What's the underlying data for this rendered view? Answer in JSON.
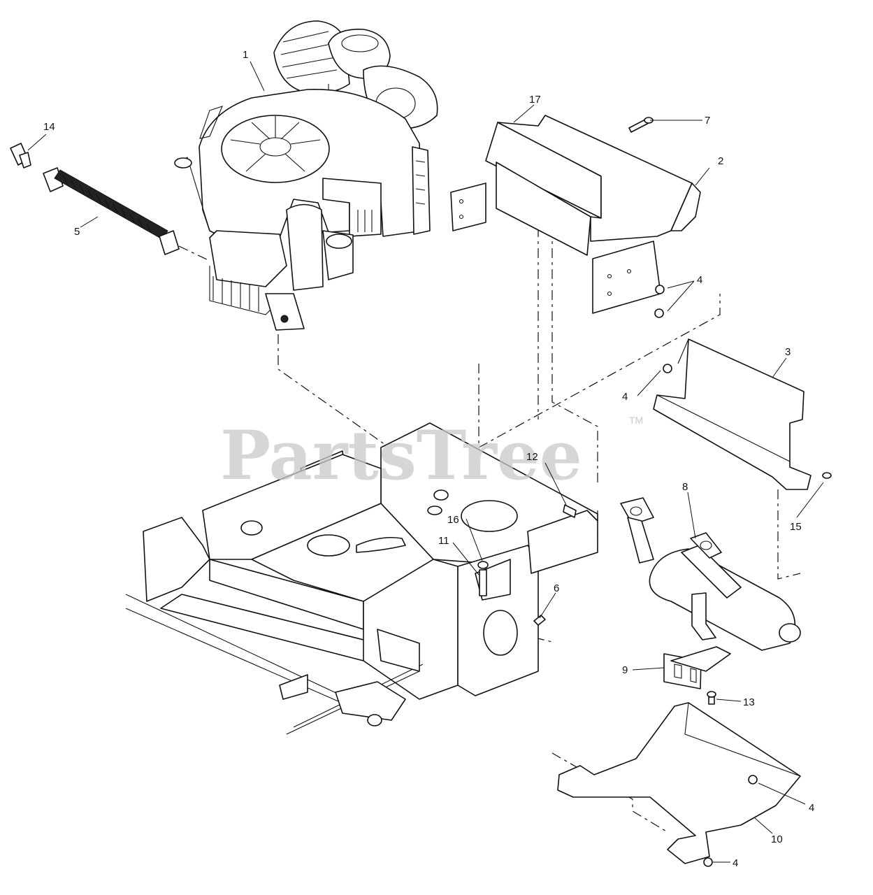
{
  "watermark": {
    "text": "PartsTree",
    "trademark": "TM"
  },
  "callouts": [
    {
      "id": "c1",
      "label": "1"
    },
    {
      "id": "c2",
      "label": "2"
    },
    {
      "id": "c3",
      "label": "3"
    },
    {
      "id": "c4a",
      "label": "4"
    },
    {
      "id": "c4b",
      "label": "4"
    },
    {
      "id": "c4c",
      "label": "4"
    },
    {
      "id": "c4d",
      "label": "4"
    },
    {
      "id": "c5",
      "label": "5"
    },
    {
      "id": "c6",
      "label": "6"
    },
    {
      "id": "c7",
      "label": "7"
    },
    {
      "id": "c8",
      "label": "8"
    },
    {
      "id": "c9",
      "label": "9"
    },
    {
      "id": "c10",
      "label": "10"
    },
    {
      "id": "c11",
      "label": "11"
    },
    {
      "id": "c12",
      "label": "12"
    },
    {
      "id": "c13",
      "label": "13"
    },
    {
      "id": "c14",
      "label": "14"
    },
    {
      "id": "c15",
      "label": "15"
    },
    {
      "id": "c16",
      "label": "16"
    },
    {
      "id": "c17",
      "label": "17"
    }
  ]
}
